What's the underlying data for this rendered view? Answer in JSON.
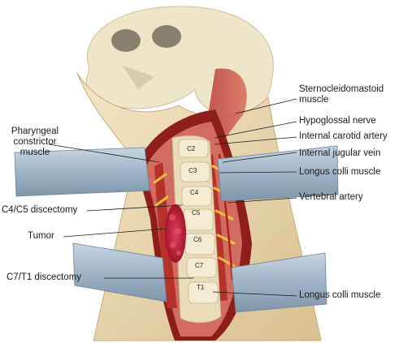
{
  "labels": {
    "sternocleidomastoid": [
      "Sternocleidomastoid",
      "muscle"
    ],
    "hypoglossal": "Hypoglossal nerve",
    "internal_carotid": "Internal carotid artery",
    "internal_jugular": "Internal jugular vein",
    "longus_colli_upper": "Longus colli muscle",
    "vertebral_artery": "Vertebral artery",
    "longus_colli_lower": "Longus colli muscle",
    "pharyngeal": [
      "Pharyngeal",
      "constrictor",
      "muscle"
    ],
    "c4c5": "C4/C5 discectomy",
    "tumor": "Tumor",
    "c7t1": "C7/T1 discectomy"
  },
  "vertebrae": [
    "C2",
    "C3",
    "C4",
    "C5",
    "C6",
    "C7",
    "T1"
  ],
  "colors": {
    "skin": "#e6d3a8",
    "incision_edge": "#a8231e",
    "muscle_red": "#c0413a",
    "tumor": "#c4203a",
    "nerve_yellow": "#e9c23a",
    "retractor": "#9eb3c6",
    "bone": "#f0e6cf"
  }
}
